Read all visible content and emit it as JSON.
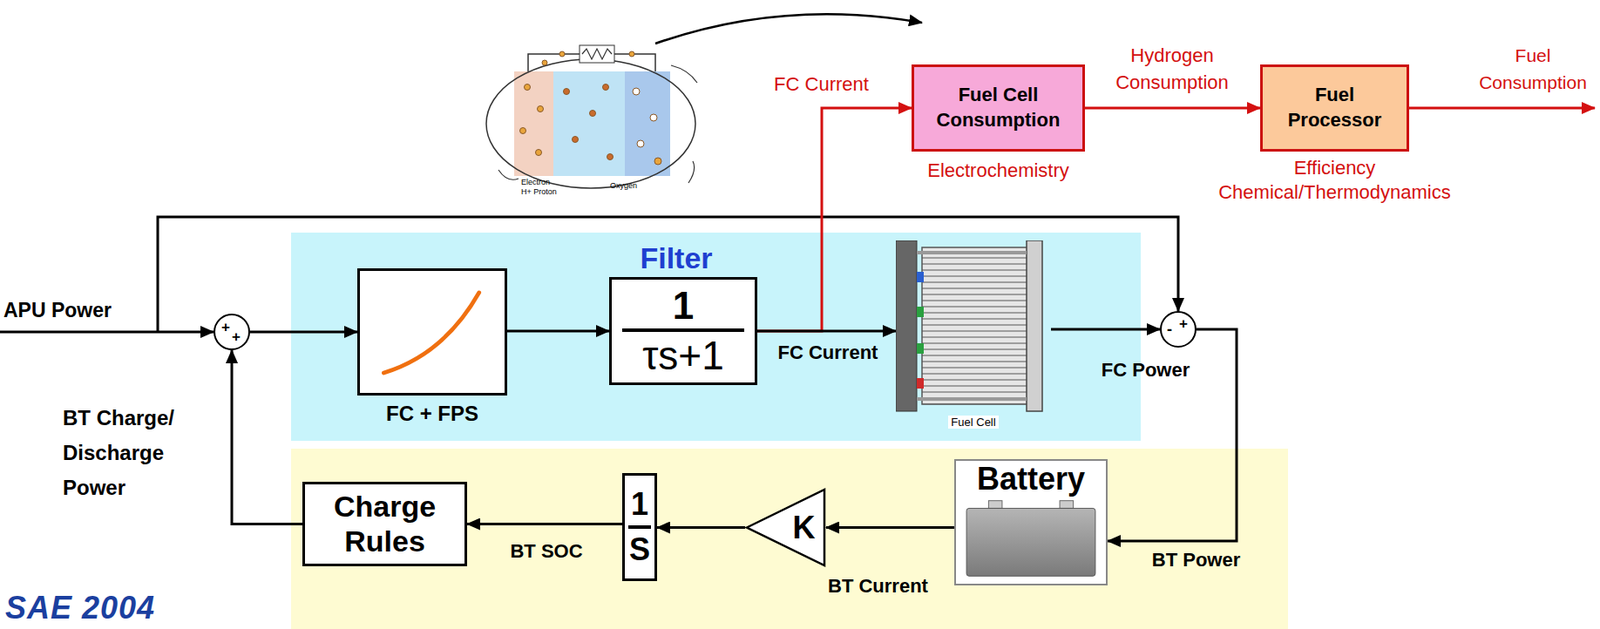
{
  "diagram": {
    "nodes": [
      {
        "text": [
          "Filter"
        ]
      },
      {
        "text": [
          "+",
          "+"
        ]
      },
      {
        "text": [
          "FC + FPS"
        ],
        "in": 0
      },
      {
        "text": [
          "1",
          "τs+1"
        ],
        "in": 0
      },
      {
        "text": [
          "Fuel Cell"
        ],
        "in": 0
      },
      {
        "text": [
          "-",
          "+"
        ]
      },
      {
        "text": [
          "Battery"
        ]
      },
      {
        "text": [
          "K"
        ]
      },
      {
        "text": [
          "1",
          "S"
        ]
      },
      {
        "text": [
          "Charge Rules"
        ]
      },
      {
        "text": [
          "Fuel Cell Consumption",
          "Electrochemistry"
        ]
      },
      {
        "text": [
          "Fuel Processor",
          "Efficiency Chemical/Thermodynamics"
        ]
      }
    ],
    "edges": [
      {
        "from": 1,
        "to": 2,
        "arrow": "to"
      },
      {
        "from": 2,
        "to": 3,
        "arrow": "to"
      },
      {
        "from": 3,
        "to": 4,
        "label": "FC Current",
        "arrow": "to"
      },
      {
        "from": 3,
        "to": 10,
        "label": "FC Current",
        "arrow": "to"
      },
      {
        "from": 4,
        "to": 5,
        "label": "FC Power",
        "arrow": "to"
      },
      {
        "from": 5,
        "to": 6,
        "label": "BT Power",
        "arrow": "to"
      },
      {
        "from": 6,
        "to": 7,
        "label": "BT Current",
        "arrow": "to"
      },
      {
        "from": 7,
        "to": 8,
        "arrow": "to"
      },
      {
        "from": 8,
        "to": 9,
        "label": "BT SOC",
        "arrow": "to"
      },
      {
        "from": 9,
        "to": 1,
        "label": "BT Charge/ Discharge Power",
        "arrow": "to"
      },
      {
        "from": 10,
        "to": 11,
        "label": "Hydrogen Consumption",
        "arrow": "to"
      }
    ],
    "labels": [
      "APU Power",
      "Fuel Consumption",
      "Electron",
      "H+ Proton",
      "Oxygen",
      "SAE 2004"
    ]
  }
}
